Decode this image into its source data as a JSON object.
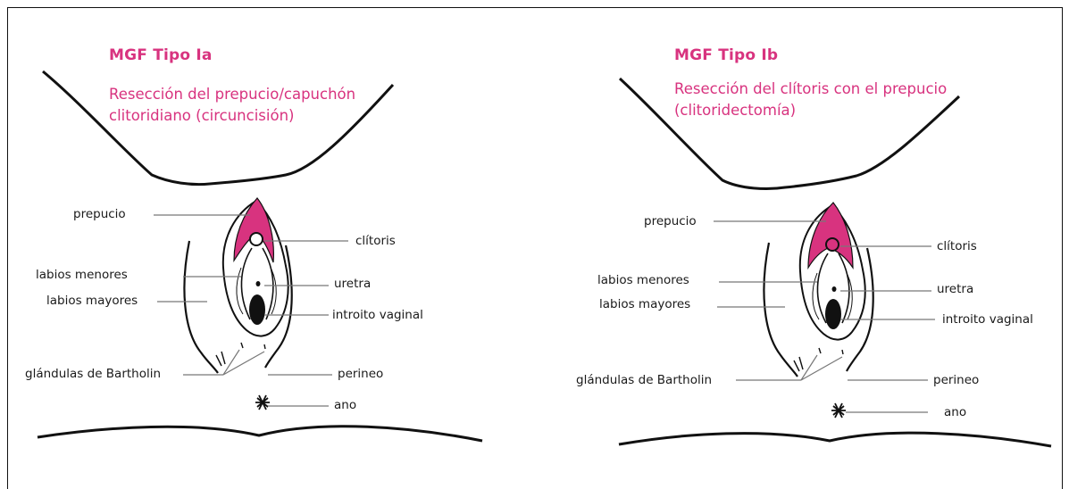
{
  "colors": {
    "accent": "#D8337F",
    "line": "#111111",
    "tissue_fill": "#ffffff"
  },
  "panels": [
    {
      "title": "MGF Tipo Ia",
      "desc_line1": "Resección del prepucio/capuchón",
      "desc_line2": "clitoridiano (circuncisión)",
      "labels": {
        "prepucio": "prepucio",
        "clitoris": "clítoris",
        "labios_menores": "labios menores",
        "labios_mayores": "labios mayores",
        "uretra": "uretra",
        "introito": "introito vaginal",
        "bartholin": "glándulas de Bartholin",
        "perineo": "perineo",
        "ano": "ano"
      }
    },
    {
      "title": "MGF Tipo Ib",
      "desc_line1": "Resección del clítoris con el prepucio",
      "desc_line2": "(clitoridectomía)",
      "labels": {
        "prepucio": "prepucio",
        "clitoris": "clítoris",
        "labios_menores": "labios menores",
        "labios_mayores": "labios mayores",
        "uretra": "uretra",
        "introito": "introito vaginal",
        "bartholin": "glándulas de Bartholin",
        "perineo": "perineo",
        "ano": "ano"
      }
    }
  ]
}
